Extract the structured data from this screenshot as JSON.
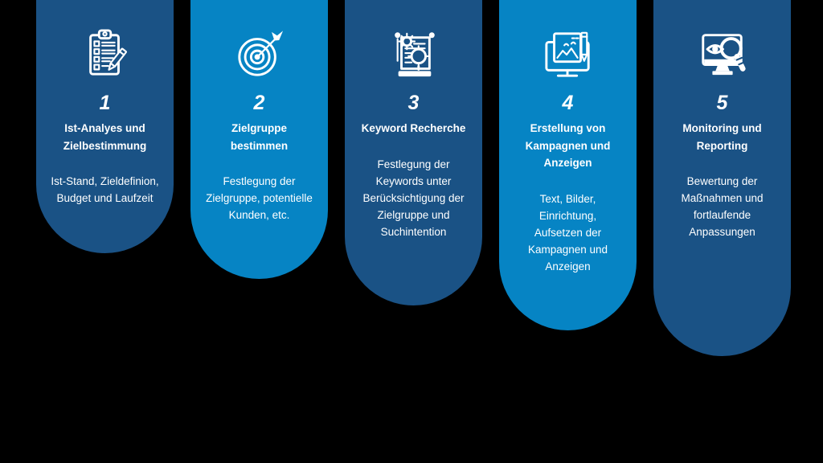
{
  "palette": {
    "background": "#000000",
    "dark_blue": "#1A5285",
    "light_blue": "#0684C4",
    "text": "#FFFFFF"
  },
  "steps": [
    {
      "number": "1",
      "title": "Ist-Analyes und\nZielbestimmung",
      "description": "Ist-Stand, Zieldefinion,\nBudget und Laufzeit",
      "icon": "clipboard-checklist-icon",
      "theme": "dark",
      "color": "#1A5285"
    },
    {
      "number": "2",
      "title": "Zielgruppe\nbestimmen",
      "description": "Festlegung der\nZielgruppe, potentielle\nKunden, etc.",
      "icon": "target-dart-icon",
      "theme": "light",
      "color": "#0684C4"
    },
    {
      "number": "3",
      "title": "Keyword Recherche",
      "description": "Festlegung der\nKeywords unter\nBerücksichtigung der\nZielgruppe und\nSuchintention",
      "icon": "document-gear-magnifier-icon",
      "theme": "dark",
      "color": "#1A5285"
    },
    {
      "number": "4",
      "title": "Erstellung von\nKampagnen und\nAnzeigen",
      "description": "Text, Bilder,\nEinrichtung,\nAufsetzen der\nKampagnen und\nAnzeigen",
      "icon": "monitor-image-pencil-icon",
      "theme": "light",
      "color": "#0684C4"
    },
    {
      "number": "5",
      "title": "Monitoring und\nReporting",
      "description": "Bewertung der\nMaßnahmen und\nfortlaufende\nAnpassungen",
      "icon": "monitor-eye-magnifier-icon",
      "theme": "dark",
      "color": "#1A5285"
    }
  ]
}
